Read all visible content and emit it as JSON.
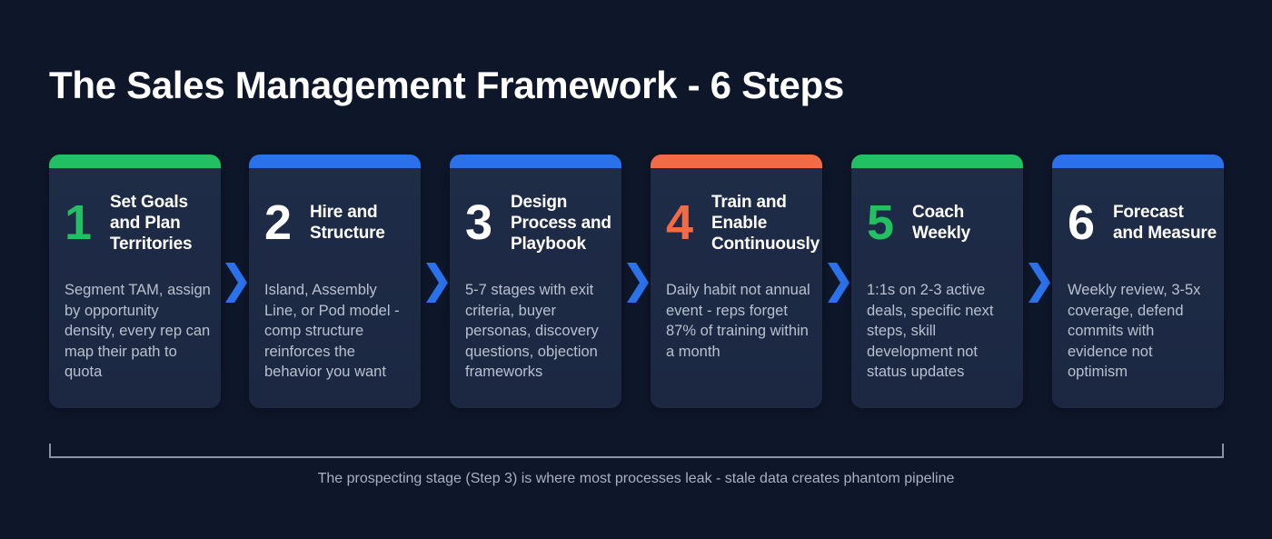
{
  "title": "The Sales Management Framework - 6 Steps",
  "colors": {
    "background": "#0e1629",
    "card": "#1f2c47",
    "green": "#22c063",
    "blue": "#2b72ea",
    "orange": "#f26b47",
    "white": "#ffffff",
    "arrow": "#2b72ea",
    "body_text": "#b8c0cf"
  },
  "steps": [
    {
      "number": "1",
      "name": "Set Goals and Plan Territories",
      "accent": "green",
      "number_color": "green",
      "description": "Segment TAM, assign by opportunity density, every rep can map their path to quota"
    },
    {
      "number": "2",
      "name": "Hire and Structure",
      "accent": "blue",
      "number_color": "white",
      "description": "Island, Assembly Line, or Pod model - comp structure reinforces the behavior you want"
    },
    {
      "number": "3",
      "name": "Design Process and Playbook",
      "accent": "blue",
      "number_color": "white",
      "description": "5-7 stages with exit criteria, buyer personas, discovery questions, objection frameworks"
    },
    {
      "number": "4",
      "name": "Train and Enable Continuously",
      "accent": "orange",
      "number_color": "orange",
      "description": "Daily habit not annual event - reps forget 87% of training within a month"
    },
    {
      "number": "5",
      "name": "Coach Weekly",
      "accent": "green",
      "number_color": "green",
      "description": "1:1s on 2-3 active deals, specific next steps, skill development not status updates"
    },
    {
      "number": "6",
      "name": "Forecast and Measure",
      "accent": "blue",
      "number_color": "white",
      "description": "Weekly review, 3-5x coverage, defend commits with evidence not optimism"
    }
  ],
  "connector_icon": "chevron-right-icon",
  "footnote": "The prospecting stage (Step 3) is where most processes leak - stale data creates phantom pipeline"
}
